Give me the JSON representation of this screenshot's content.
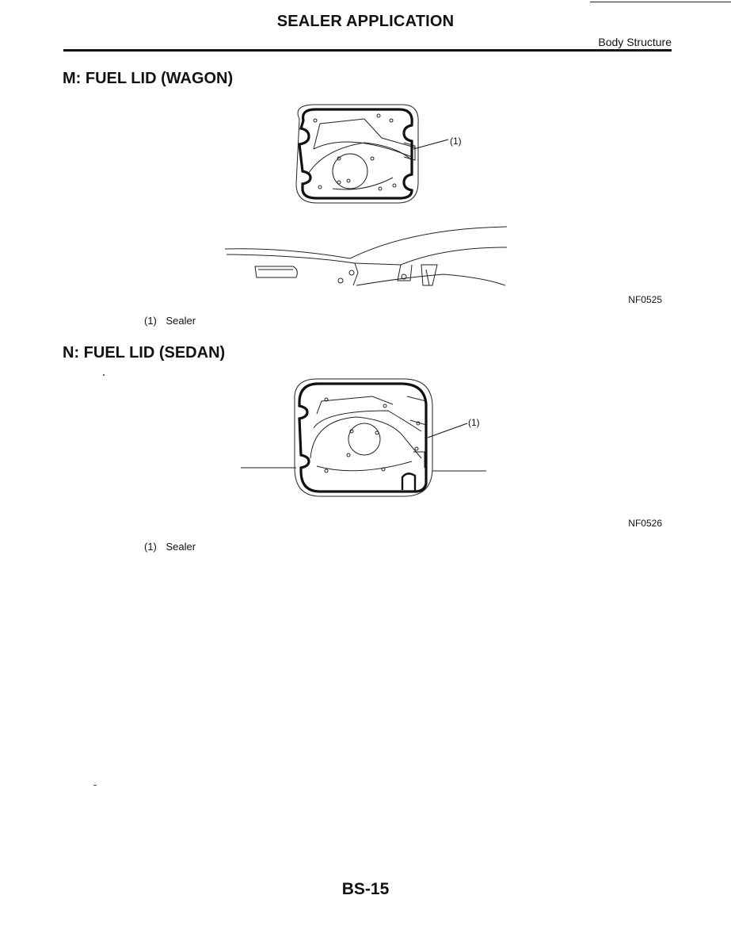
{
  "header": {
    "title": "SEALER APPLICATION",
    "section": "Body Structure"
  },
  "sections": [
    {
      "heading": "M: FUEL LID (WAGON)",
      "callout": "(1)",
      "legend": "(1) Sealer",
      "figure_code": "NF0525"
    },
    {
      "heading": "N: FUEL LID (SEDAN)",
      "callout": "(1)",
      "legend": "(1) Sealer",
      "figure_code": "NF0526"
    }
  ],
  "footer": {
    "page_number": "BS-15"
  }
}
